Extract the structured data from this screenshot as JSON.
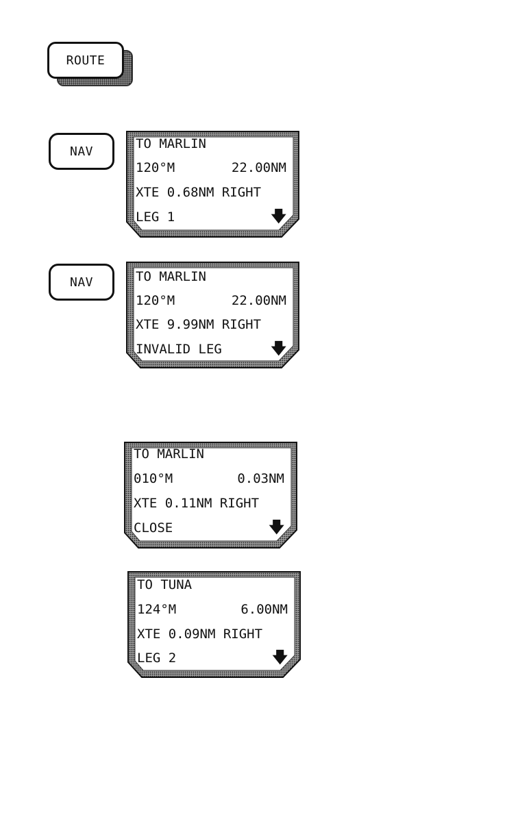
{
  "keys": {
    "route": "ROUTE",
    "nav_1": "NAV",
    "nav_2": "NAV"
  },
  "screens": [
    {
      "line1": "TO MARLIN",
      "bearing": "120°M",
      "distance": "22.00NM",
      "xte": "XTE 0.68NM RIGHT",
      "status": "LEG 1",
      "icon": "down-arrow-icon"
    },
    {
      "line1": "TO MARLIN",
      "bearing": "120°M",
      "distance": "22.00NM",
      "xte": "XTE 9.99NM RIGHT",
      "status": "INVALID LEG",
      "icon": "down-arrow-icon"
    },
    {
      "line1": "TO MARLIN",
      "bearing": "010°M",
      "distance": "0.03NM",
      "xte": "XTE 0.11NM RIGHT",
      "status": "CLOSE",
      "icon": "down-arrow-icon"
    },
    {
      "line1": "TO TUNA",
      "bearing": "124°M",
      "distance": "6.00NM",
      "xte": "XTE 0.09NM RIGHT",
      "status": "LEG 2",
      "icon": "down-arrow-icon"
    }
  ]
}
